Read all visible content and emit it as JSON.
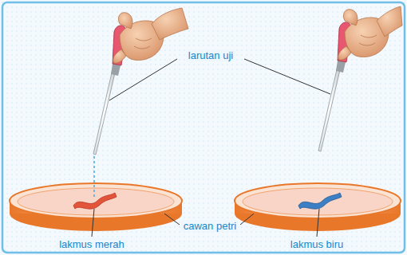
{
  "diagram": {
    "labels": [
      "larutan uji",
      "cawan petri",
      "lakmus merah",
      "lakmus biru"
    ]
  }
}
